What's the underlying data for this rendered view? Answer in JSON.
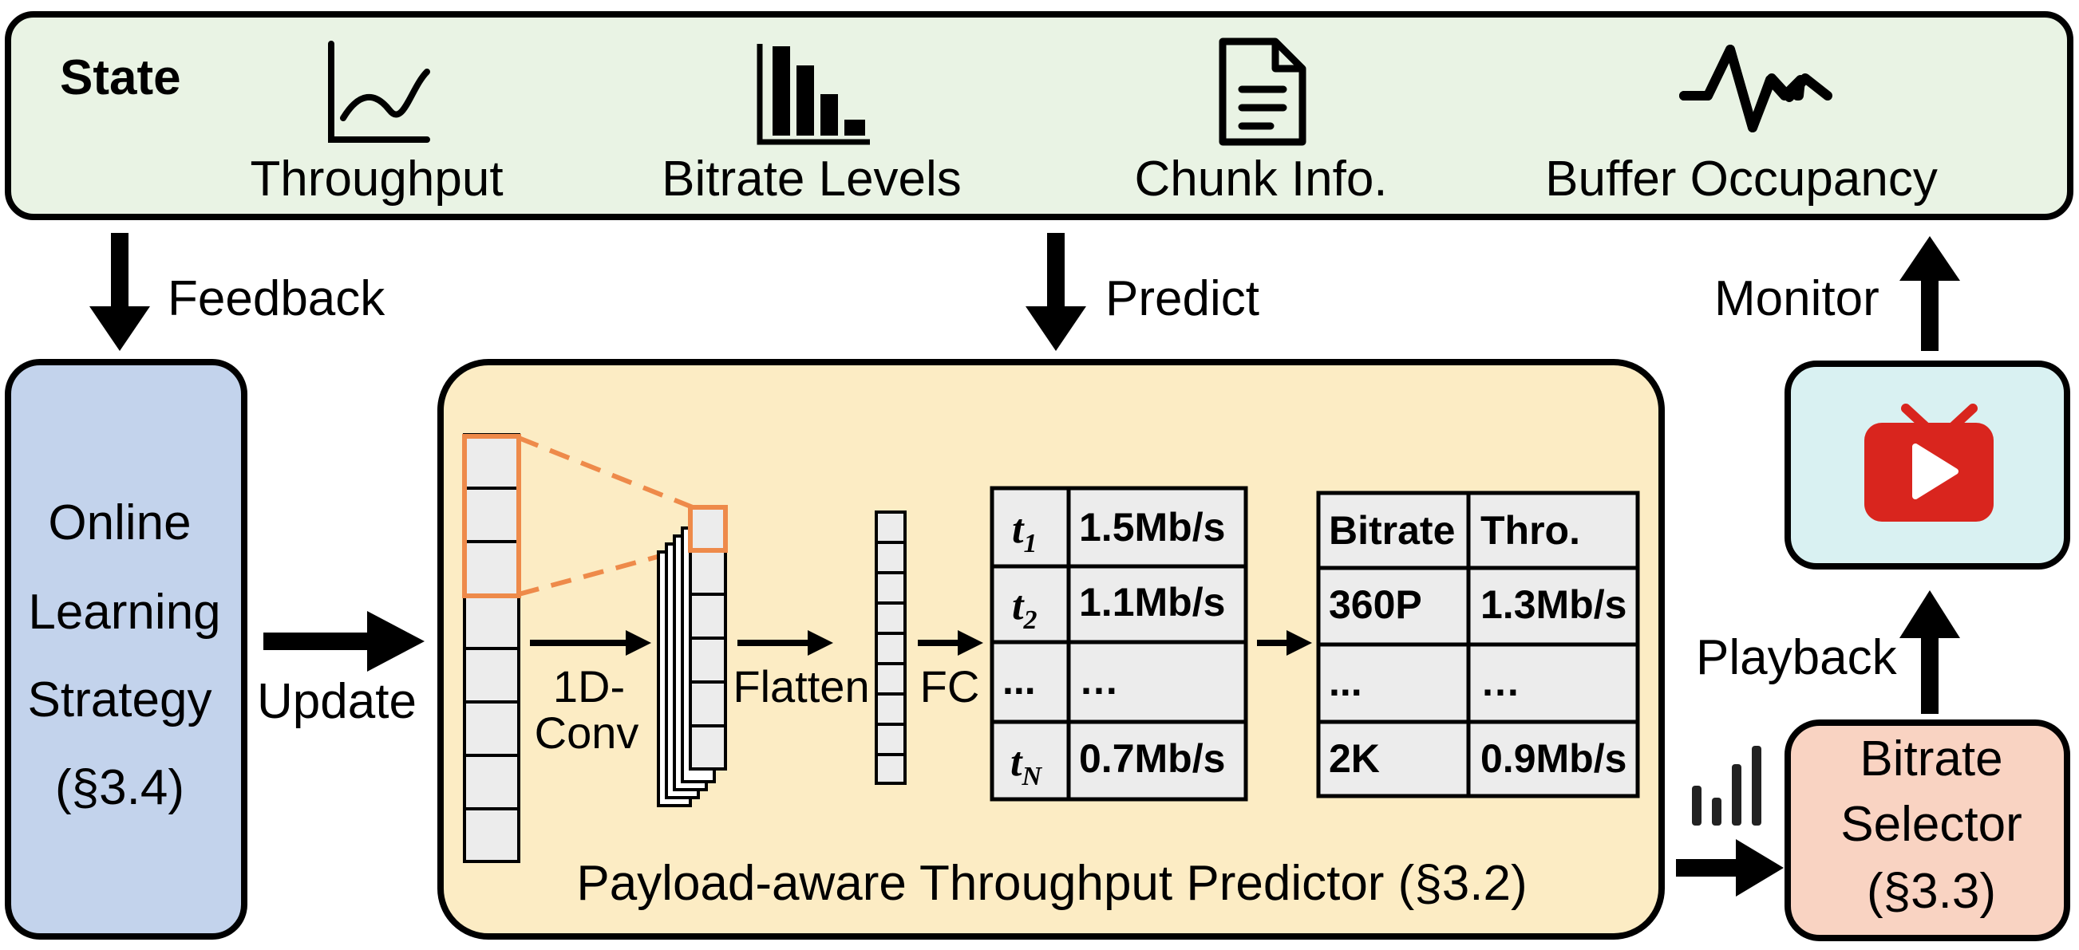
{
  "colors": {
    "state_fill": "#e9f3e4",
    "learning_fill": "#c3d3ec",
    "predictor_fill": "#fcecc4",
    "player_fill": "#d9f1f2",
    "selector_fill": "#f9d3c2",
    "accent_orange": "#ee8a4a",
    "tv_red": "#d9251e",
    "cell_fill": "#ececec"
  },
  "state": {
    "title": "State",
    "items": [
      {
        "label": "Throughput",
        "icon": "line-chart-icon"
      },
      {
        "label": "Bitrate Levels",
        "icon": "bar-chart-icon"
      },
      {
        "label": "Chunk Info.",
        "icon": "document-icon"
      },
      {
        "label": "Buffer Occupancy",
        "icon": "pulse-icon"
      }
    ]
  },
  "arrows": {
    "feedback": "Feedback",
    "predict": "Predict",
    "monitor": "Monitor",
    "update": "Update",
    "playback": "Playback"
  },
  "learning": {
    "lines": [
      "Online",
      "Learning",
      "Strategy",
      "(§3.4)"
    ]
  },
  "predictor": {
    "title": "Payload-aware Throughput Predictor (§3.2)",
    "conv_label_1": "1D-",
    "conv_label_2": "Conv",
    "flatten_label": "Flatten",
    "fc_label": "FC",
    "prediction_table": [
      {
        "time": "t",
        "sub": "1",
        "value": "1.5Mb/s"
      },
      {
        "time": "t",
        "sub": "2",
        "value": "1.1Mb/s"
      },
      {
        "time": "...",
        "sub": "",
        "value": "…"
      },
      {
        "time": "t",
        "sub": "N",
        "value": "0.7Mb/s"
      }
    ],
    "bitrate_table": {
      "headers": [
        "Bitrate",
        "Thro."
      ],
      "rows": [
        [
          "360P",
          "1.3Mb/s"
        ],
        [
          "...",
          "…"
        ],
        [
          "2K",
          "0.9Mb/s"
        ]
      ]
    }
  },
  "player": {
    "icon": "tv-play-icon"
  },
  "selector": {
    "lines": [
      "Bitrate",
      "Selector",
      "(§3.3)"
    ],
    "icon": "bitrate-bars-icon"
  }
}
